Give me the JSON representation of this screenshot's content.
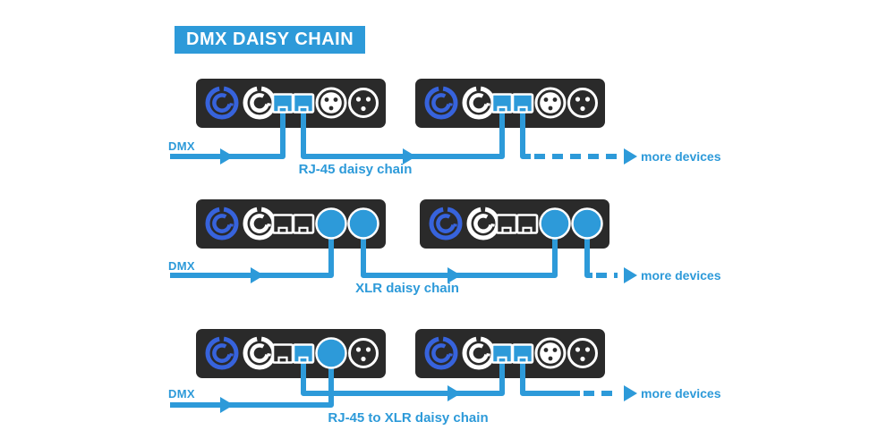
{
  "title": "DMX DAISY CHAIN",
  "colors": {
    "accent_blue": "#2D9AD9",
    "powercon_blue": "#3763DC",
    "device_body": "#2a2a2a",
    "background": "#ffffff",
    "text_on_accent": "#ffffff"
  },
  "rows": [
    {
      "id": "rj45-daisy-chain",
      "source_label": "DMX",
      "chain_label": "RJ-45 daisy chain",
      "more_label": "more devices",
      "devices": [
        {
          "ports": [
            "powercon-blue",
            "powercon-white",
            "rj45-highlighted",
            "rj45-highlighted",
            "xlr-white-filled",
            "xlr-outline"
          ]
        },
        {
          "ports": [
            "powercon-blue",
            "powercon-white",
            "rj45-highlighted",
            "rj45-highlighted",
            "xlr-white-filled",
            "xlr-outline"
          ]
        }
      ]
    },
    {
      "id": "xlr-daisy-chain",
      "source_label": "DMX",
      "chain_label": "XLR daisy chain",
      "more_label": "more devices",
      "devices": [
        {
          "ports": [
            "powercon-blue",
            "powercon-white",
            "rj45-plain",
            "rj45-plain",
            "xlr-highlighted",
            "xlr-highlighted"
          ]
        },
        {
          "ports": [
            "powercon-blue",
            "powercon-white",
            "rj45-plain",
            "rj45-plain",
            "xlr-highlighted",
            "xlr-highlighted"
          ]
        }
      ]
    },
    {
      "id": "rj45-to-xlr-daisy-chain",
      "source_label": "DMX",
      "chain_label": "RJ-45 to XLR daisy chain",
      "more_label": "more devices",
      "devices": [
        {
          "ports": [
            "powercon-blue",
            "powercon-white",
            "rj45-plain",
            "rj45-highlighted",
            "xlr-highlighted",
            "xlr-outline"
          ]
        },
        {
          "ports": [
            "powercon-blue",
            "powercon-white",
            "rj45-highlighted",
            "rj45-highlighted",
            "xlr-white-filled",
            "xlr-outline"
          ]
        }
      ]
    }
  ]
}
